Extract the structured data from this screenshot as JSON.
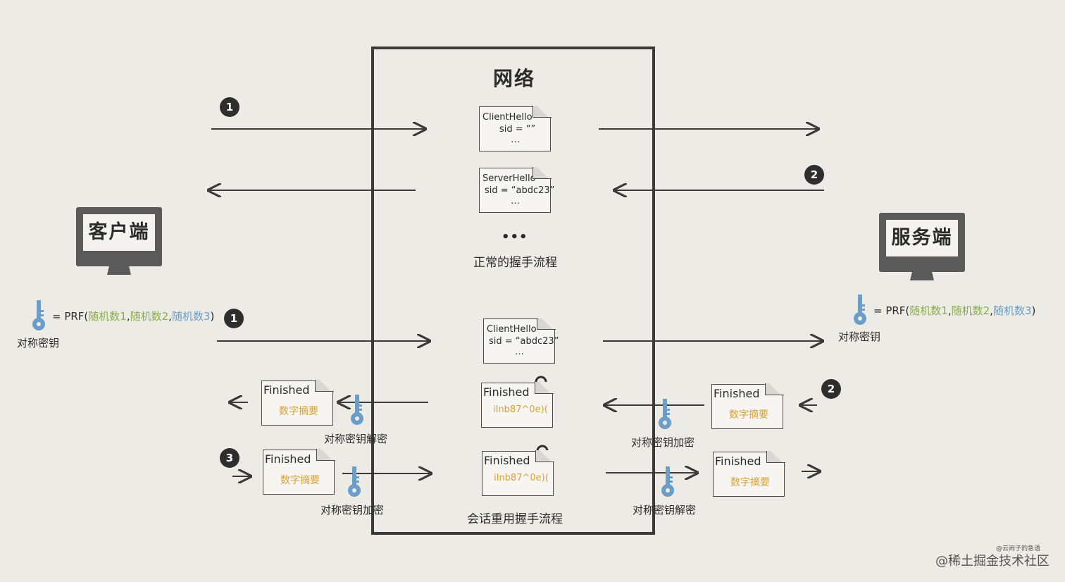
{
  "network": {
    "title": "网络"
  },
  "client": {
    "label": "客户端"
  },
  "server": {
    "label": "服务端"
  },
  "formula": {
    "prefix": "= PRF(",
    "r1": "随机数1",
    "sep1": ",",
    "r2": "随机数2",
    "sep2": ",",
    "r3": "随机数3",
    "suffix": ")",
    "key_label": "对称密钥"
  },
  "normal": {
    "client_hello": [
      "ClientHello",
      "sid = “”",
      "…"
    ],
    "server_hello": [
      "ServerHello",
      "sid = “abdc23”",
      "…"
    ],
    "dots": "•••",
    "caption": "正常的握手流程",
    "step1": "1",
    "step2": "2"
  },
  "resume": {
    "client_hello": [
      "ClientHello",
      "sid = “abdc23”",
      "…"
    ],
    "finished_label": "Finished",
    "digest_label": "数字摘要",
    "cipher_text": "iInb87^0e)(",
    "decrypt_label": "对称密钥解密",
    "encrypt_label": "对称密钥加密",
    "caption": "会话重用握手流程",
    "step1": "1",
    "step2": "2",
    "step3": "3"
  },
  "watermark": {
    "small": "@云闹子的急语",
    "main": "@稀土掘金技术社区"
  },
  "colors": {
    "background": "#ecebe6",
    "ink": "#3a3a3a",
    "green": "#8aad4c",
    "blue": "#6a9ec8",
    "orange": "#d9a135"
  }
}
